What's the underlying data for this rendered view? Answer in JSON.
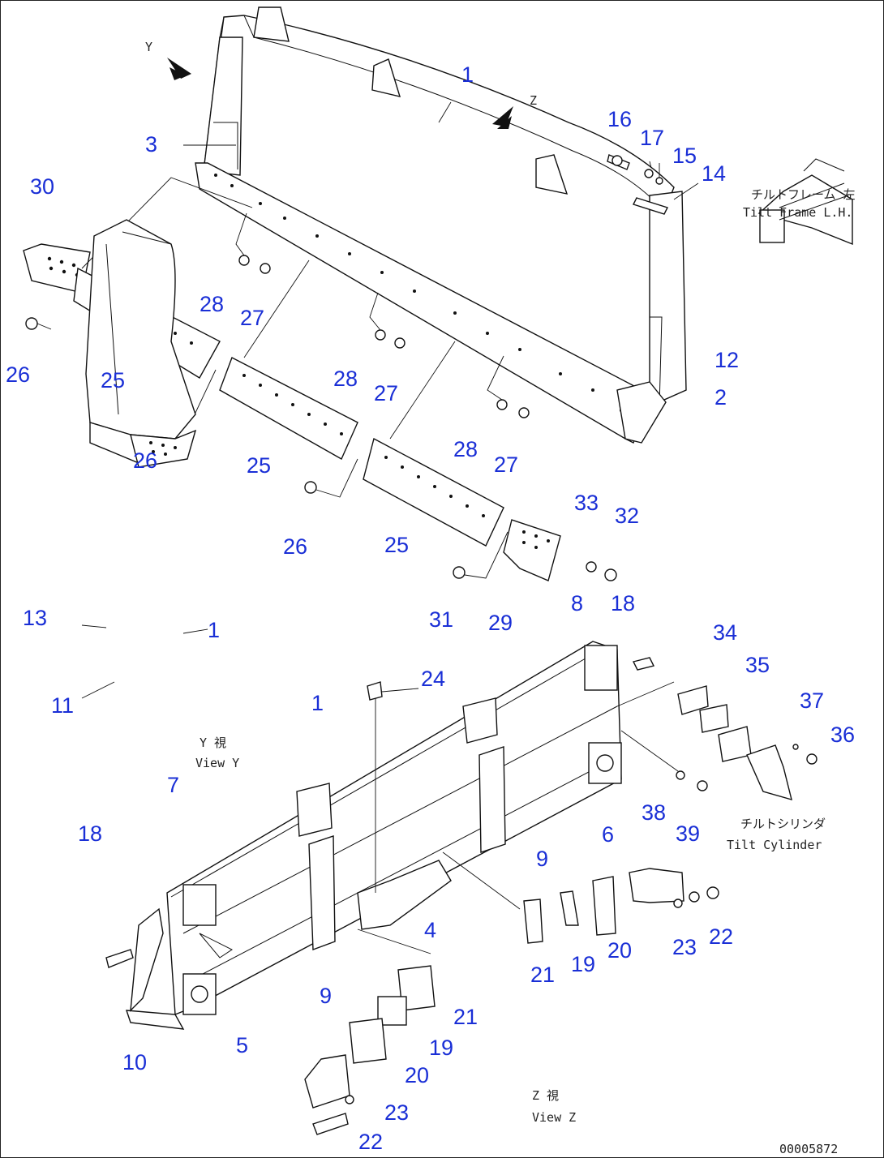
{
  "labels": {
    "view_y": "Y",
    "view_z": "Z",
    "tilt_frame_jp": "チルトフレーム 左",
    "tilt_frame_en": "Tilt Frame L.H.",
    "view_y_jp": "Y 視",
    "view_y_en": "View Y",
    "tilt_cyl_jp": "チルトシリンダ",
    "tilt_cyl_en": "Tilt Cylinder",
    "view_z_jp": "Z 視",
    "view_z_en": "View Z",
    "drawing_no": "00005872"
  },
  "callouts": [
    {
      "id": "c1a",
      "text": "1"
    },
    {
      "id": "c3",
      "text": "3"
    },
    {
      "id": "c30",
      "text": "30"
    },
    {
      "id": "c16",
      "text": "16"
    },
    {
      "id": "c17",
      "text": "17"
    },
    {
      "id": "c15",
      "text": "15"
    },
    {
      "id": "c14",
      "text": "14"
    },
    {
      "id": "c28a",
      "text": "28"
    },
    {
      "id": "c27a",
      "text": "27"
    },
    {
      "id": "c26a",
      "text": "26"
    },
    {
      "id": "c25a",
      "text": "25"
    },
    {
      "id": "c28b",
      "text": "28"
    },
    {
      "id": "c27b",
      "text": "27"
    },
    {
      "id": "c12",
      "text": "12"
    },
    {
      "id": "c2",
      "text": "2"
    },
    {
      "id": "c26b",
      "text": "26"
    },
    {
      "id": "c25b",
      "text": "25"
    },
    {
      "id": "c28c",
      "text": "28"
    },
    {
      "id": "c27c",
      "text": "27"
    },
    {
      "id": "c26c",
      "text": "26"
    },
    {
      "id": "c25c",
      "text": "25"
    },
    {
      "id": "c33",
      "text": "33"
    },
    {
      "id": "c32",
      "text": "32"
    },
    {
      "id": "c13",
      "text": "13"
    },
    {
      "id": "c1b",
      "text": "1"
    },
    {
      "id": "c11",
      "text": "11"
    },
    {
      "id": "c31",
      "text": "31"
    },
    {
      "id": "c29",
      "text": "29"
    },
    {
      "id": "c8",
      "text": "8"
    },
    {
      "id": "c18a",
      "text": "18"
    },
    {
      "id": "c24",
      "text": "24"
    },
    {
      "id": "c34",
      "text": "34"
    },
    {
      "id": "c35",
      "text": "35"
    },
    {
      "id": "c1c",
      "text": "1"
    },
    {
      "id": "c37",
      "text": "37"
    },
    {
      "id": "c36",
      "text": "36"
    },
    {
      "id": "c7",
      "text": "7"
    },
    {
      "id": "c18b",
      "text": "18"
    },
    {
      "id": "c38",
      "text": "38"
    },
    {
      "id": "c39",
      "text": "39"
    },
    {
      "id": "c6",
      "text": "6"
    },
    {
      "id": "c9a",
      "text": "9"
    },
    {
      "id": "c4",
      "text": "4"
    },
    {
      "id": "c21a",
      "text": "21"
    },
    {
      "id": "c19a",
      "text": "19"
    },
    {
      "id": "c20a",
      "text": "20"
    },
    {
      "id": "c23a",
      "text": "23"
    },
    {
      "id": "c22a",
      "text": "22"
    },
    {
      "id": "c9b",
      "text": "9"
    },
    {
      "id": "c21b",
      "text": "21"
    },
    {
      "id": "c5",
      "text": "5"
    },
    {
      "id": "c19b",
      "text": "19"
    },
    {
      "id": "c10",
      "text": "10"
    },
    {
      "id": "c20b",
      "text": "20"
    },
    {
      "id": "c23b",
      "text": "23"
    },
    {
      "id": "c22b",
      "text": "22"
    }
  ]
}
